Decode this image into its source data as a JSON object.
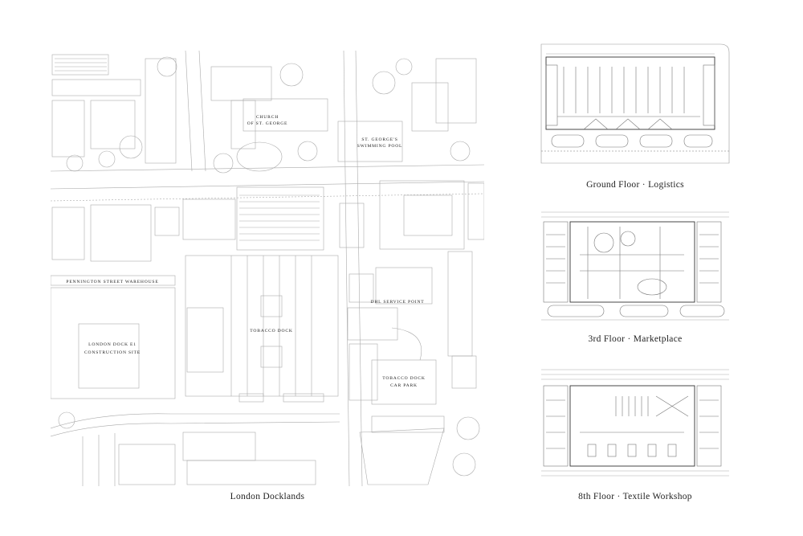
{
  "captions": {
    "site": "London Docklands",
    "ground": "Ground Floor · Logistics",
    "third": "3rd Floor · Marketplace",
    "eighth": "8th Floor · Textile Workshop"
  },
  "site_labels": {
    "church_1": "CHURCH",
    "church_2": "OF ST. GEORGE",
    "pool_1": "ST. GEORGE'S",
    "pool_2": "SWIMMING POOL",
    "warehouse": "PENNINGTON STREET WAREHOUSE",
    "london_dock_1": "LONDON DOCK E1",
    "london_dock_2": "CONSTRUCTION SITE",
    "tobacco_dock": "TOBACCO DOCK",
    "dhl": "DHL SERVICE POINT",
    "car_park_1": "TOBACCO DOCK",
    "car_park_2": "CAR PARK"
  },
  "colors": {
    "line": "#9a9a9a",
    "dark_line": "#555555",
    "text": "#222222",
    "background": "#ffffff"
  }
}
